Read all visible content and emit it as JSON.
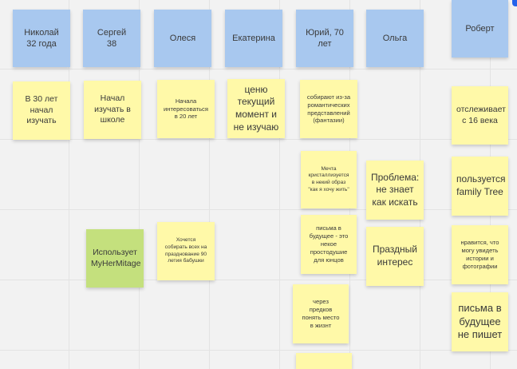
{
  "accent_color": "#2563eb",
  "colors": {
    "blue": "#a8c8ef",
    "yellow": "#fff9a8",
    "green": "#c4e07d"
  },
  "people": [
    {
      "name": "Николай\n32 года"
    },
    {
      "name": "Сергей\n38"
    },
    {
      "name": "Олеся"
    },
    {
      "name": "Екатерина"
    },
    {
      "name": "Юрий, 70 лет"
    },
    {
      "name": "Ольга"
    },
    {
      "name": "Роберт"
    }
  ],
  "notes": {
    "nikolai_1": "В 30 лет\nначал\nизучать",
    "nikolai_2": "Использует\nMyHerMitage",
    "sergei_1": "Начал\nизучать в\nшколе",
    "olesya_1": "Начала\nинтересоваться\nв 20 лет",
    "olesya_2": "Хочется\nсобирать всех на\nпразднование 90\nлетия бабушки",
    "ekaterina_1": "ценю\nтекущий\nмомент и\nне изучаю",
    "yuri_1": "собирают из-за\nромантических\nпредставлений\n(фантазии)",
    "yuri_2": "Мечта\nкристаллизуется\nв некий образ\n\"как я хочу жить\"",
    "yuri_3": "письма в\nбудущее - это\nнекое\nпростодушие\nдля юнцов",
    "yuri_4": "через\nпредков\nпонять место\nв жизнт",
    "olga_1": "Проблема:\nне знает\nкак искать",
    "olga_2": "Праздный\nинтерес",
    "robert_1": "отслеживает\nс 16 века",
    "robert_2": "пользуется\nfamily Tree",
    "robert_3": "нравится, что\nмогу увидеть\nистории и\nфотографии",
    "robert_4": "письма в\nбудущее\nне пишет"
  }
}
